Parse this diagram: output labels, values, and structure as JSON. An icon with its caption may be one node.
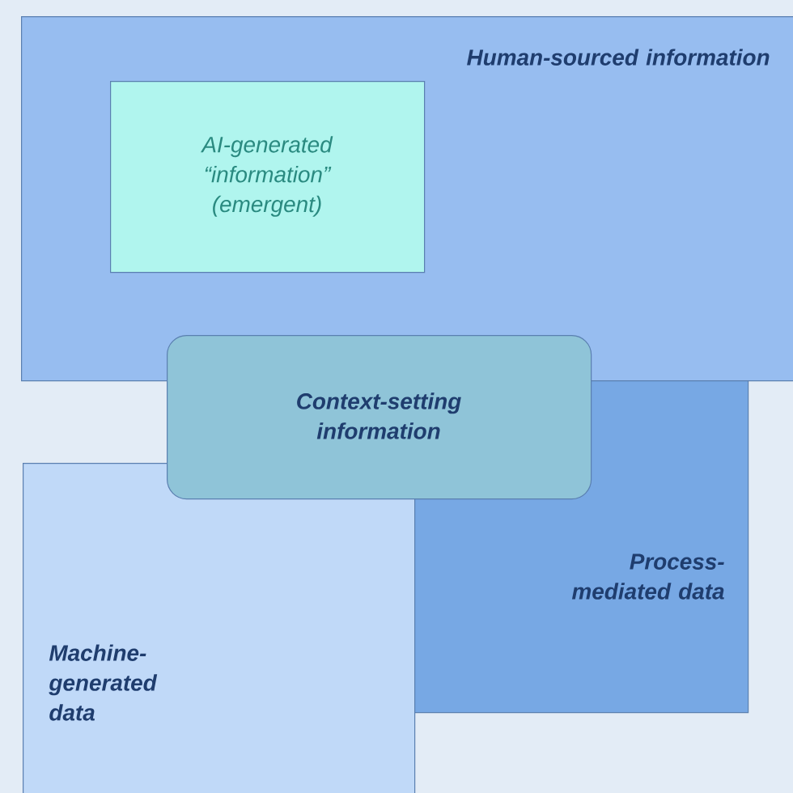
{
  "diagram": {
    "nodes": [
      {
        "text": [
          "Human-sourced information"
        ]
      },
      {
        "text": [
          "AI-generated “information” (emergent)"
        ],
        "in": 0
      },
      {
        "text": [
          "Context-setting information"
        ]
      },
      {
        "text": [
          "Process-mediated data"
        ]
      },
      {
        "text": [
          "Machine-generated data"
        ]
      }
    ]
  }
}
